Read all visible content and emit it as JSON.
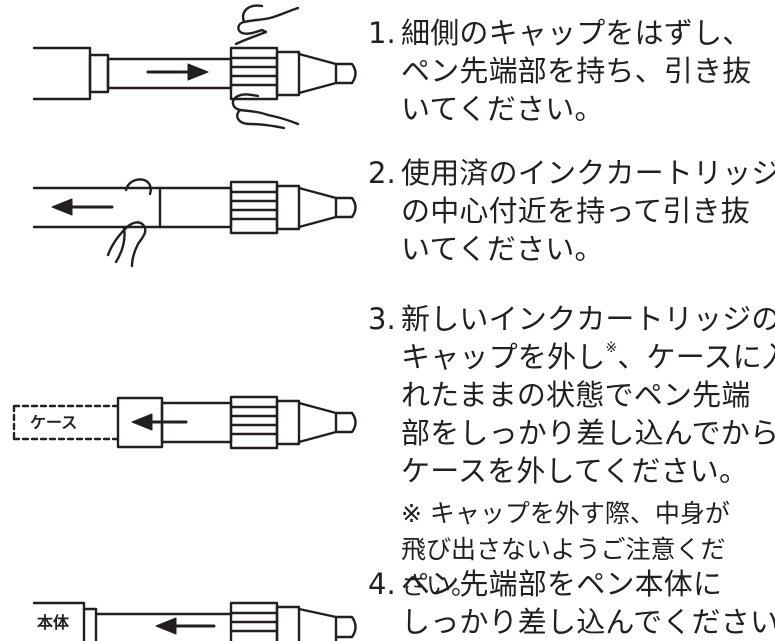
{
  "steps": [
    {
      "number": "1.",
      "lines": [
        "細側のキャップをはずし、",
        "ペン先端部を持ち、引き抜",
        "いてください。"
      ]
    },
    {
      "number": "2.",
      "lines": [
        "使用済のインクカートリッジ",
        "の中心付近を持って引き抜",
        "いてください。"
      ]
    },
    {
      "number": "3.",
      "lines": [
        "新しいインクカートリッジの",
        "キャップを外し",
        "、ケースに入",
        "れたままの状態でペン先端",
        "部をしっかり差し込んでから",
        "ケースを外してください。"
      ],
      "superscript": "※",
      "note": [
        "※ キャップを外す際、中身が",
        "飛び出さないようご注意くだ",
        "さい。"
      ]
    },
    {
      "number": "4.",
      "lines": [
        "ペン先端部をペン本体に",
        "しっかり差し込んでください。"
      ]
    }
  ],
  "labels": {
    "case": "ケース",
    "body": "本体"
  }
}
